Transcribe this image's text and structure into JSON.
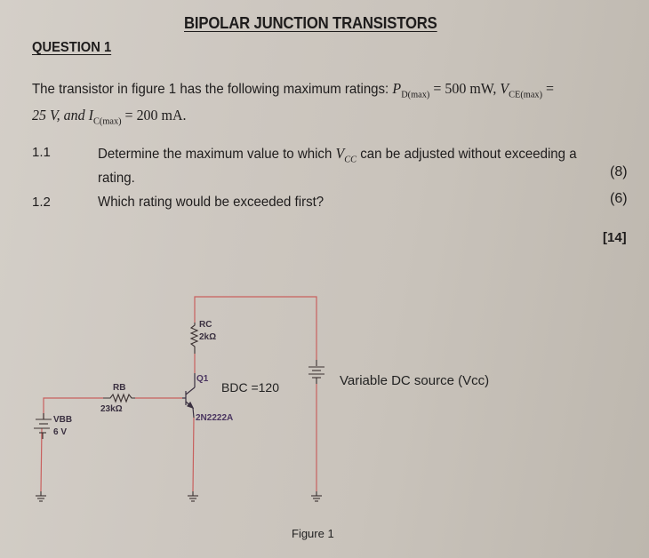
{
  "document": {
    "title": "BIPOLAR JUNCTION TRANSISTORS",
    "question_heading": "QUESTION 1",
    "intro": {
      "line1_text": "The transistor in figure 1 has the following maximum ratings:",
      "pd_symbol": "P",
      "pd_sub": "D(max)",
      "pd_value": " = 500 mW,",
      "vce_symbol": "V",
      "vce_sub": "CE(max)",
      "vce_eq": " =",
      "line2_vce_value": "25 V, and ",
      "ic_symbol": "I",
      "ic_sub": "C(max)",
      "ic_value": " = 200 mA."
    },
    "questions": [
      {
        "number": "1.1",
        "text_part1": "Determine the maximum value to which ",
        "vcc_symbol": "V",
        "vcc_sub": "CC",
        "text_part2": " can be adjusted without exceeding a",
        "text_line2": "rating.",
        "marks": "(8)"
      },
      {
        "number": "1.2",
        "text": "Which rating would be exceeded first?",
        "marks": "(6)"
      }
    ],
    "total_marks": "[14]"
  },
  "figure": {
    "caption": "Figure 1",
    "wire_color": "#c8605e",
    "components": {
      "rc_name": "RC",
      "rc_value": "2kΩ",
      "rb_name": "RB",
      "rb_value": "23kΩ",
      "q_name": "Q1",
      "q_part": "2N2222A",
      "beta_label": "BDC =120",
      "vbb_name": "VBB",
      "vbb_value": "6 V",
      "vcc_label": "Variable DC source (Vcc)"
    }
  }
}
